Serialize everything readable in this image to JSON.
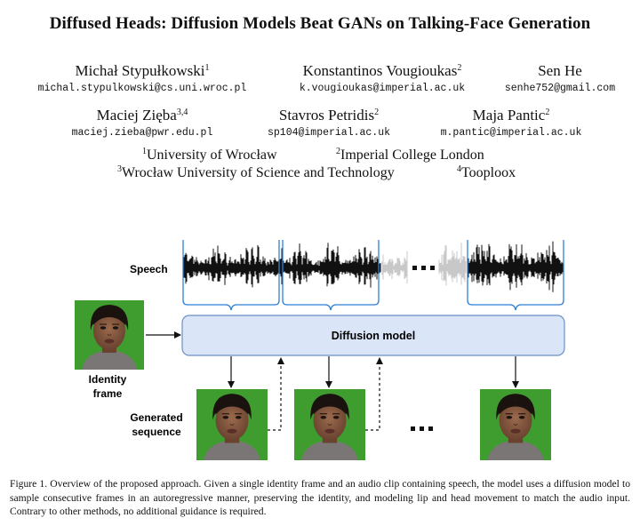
{
  "paper": {
    "title": "Diffused Heads: Diffusion Models Beat GANs on Talking-Face Generation",
    "authors": [
      {
        "name": "Michał Stypułkowski",
        "sup": "1",
        "email": "michal.stypulkowski@cs.uni.wroc.pl"
      },
      {
        "name": "Konstantinos Vougioukas",
        "sup": "2",
        "email": "k.vougioukas@imperial.ac.uk"
      },
      {
        "name": "Sen He",
        "sup": "",
        "email": "senhe752@gmail.com"
      },
      {
        "name": "Maciej Zięba",
        "sup": "3,4",
        "email": "maciej.zieba@pwr.edu.pl"
      },
      {
        "name": "Stavros Petridis",
        "sup": "2",
        "email": "sp104@imperial.ac.uk"
      },
      {
        "name": "Maja Pantic",
        "sup": "2",
        "email": "m.pantic@imperial.ac.uk"
      }
    ],
    "affiliations": [
      {
        "num": "1",
        "name": "University of Wrocław"
      },
      {
        "num": "2",
        "name": "Imperial College London"
      },
      {
        "num": "3",
        "name": "Wrocław University of Science and Technology"
      },
      {
        "num": "4",
        "name": "Tooploox"
      }
    ]
  },
  "figure": {
    "speech_label": "Speech",
    "model_label": "Diffusion model",
    "identity_label_line1": "Identity",
    "identity_label_line2": "frame",
    "generated_label_line1": "Generated",
    "generated_label_line2": "sequence",
    "ellipsis": "...",
    "colors": {
      "model_box_fill": "#dae6f8",
      "model_box_stroke": "#6b8fc6",
      "brace": "#2f7fd6",
      "waveform_dark": "#111111",
      "waveform_faded": "#c8c8c8",
      "green_screen": "#3f9d2f"
    }
  },
  "caption": {
    "text": "Figure 1. Overview of the proposed approach. Given a single identity frame and an audio clip containing speech, the model uses a diffusion model to sample consecutive frames in an autoregressive manner, preserving the identity, and modeling lip and head movement to match the audio input. Contrary to other methods, no additional guidance is required."
  }
}
